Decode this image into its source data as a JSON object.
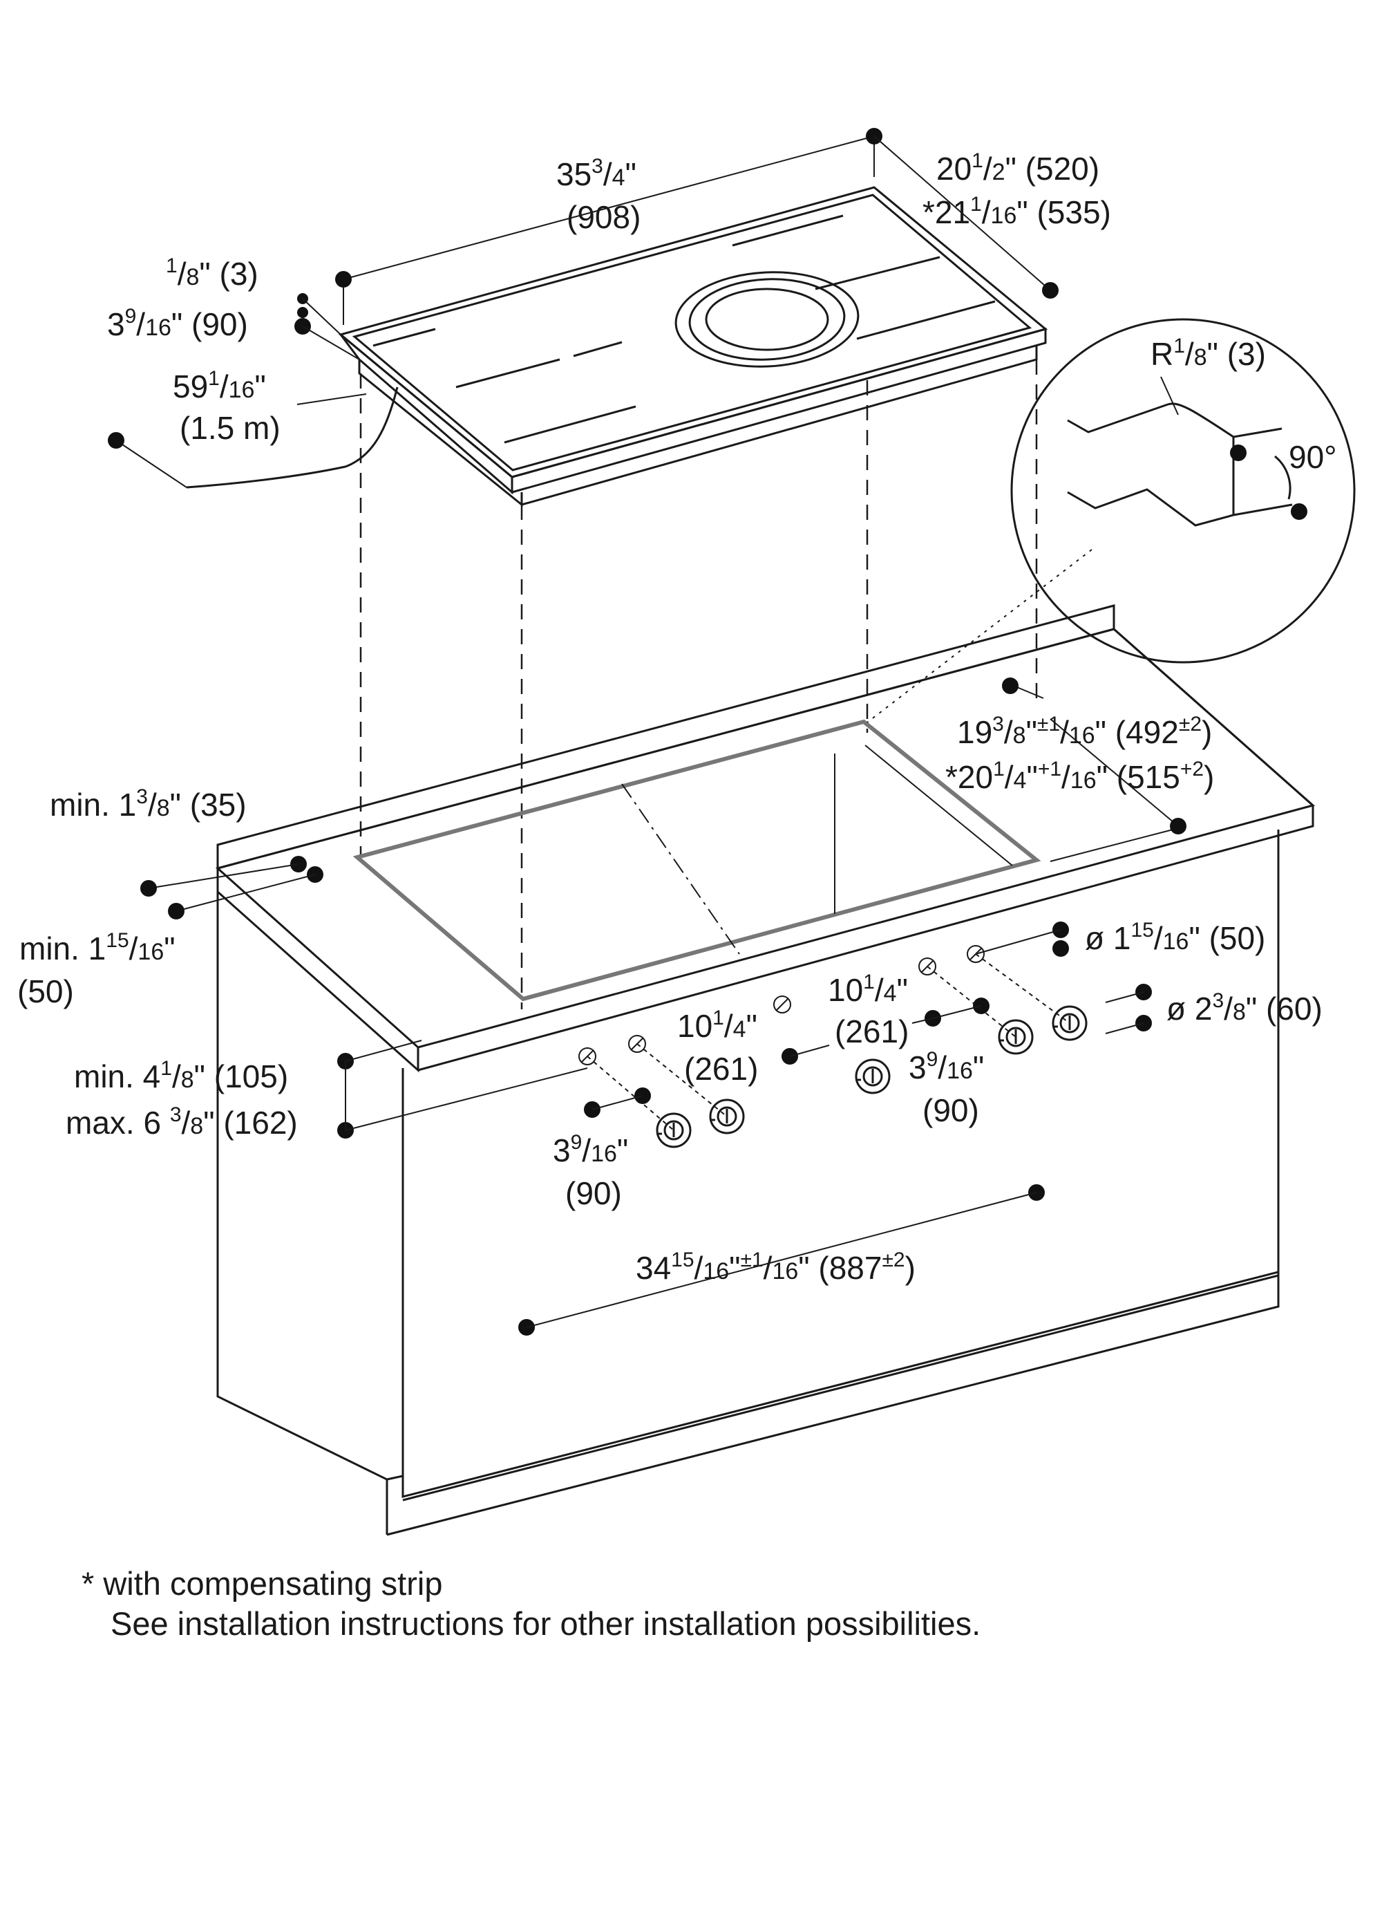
{
  "dimensions": {
    "cooktop_width": {
      "inch_whole": "35",
      "inch_num": "3",
      "inch_den": "4",
      "mm": "(908)"
    },
    "cooktop_depth": {
      "text": "20",
      "num": "1",
      "den": "2",
      "mm": "(520)"
    },
    "cooktop_depth_strip": {
      "prefix": "*21",
      "num": "1",
      "den": "16",
      "mm": "(535)"
    },
    "frame_thickness": {
      "num": "1",
      "den": "8",
      "mm": "(3)"
    },
    "cooktop_height": {
      "whole": "3",
      "num": "9",
      "den": "16",
      "mm": "(90)"
    },
    "cord_length": {
      "whole": "59",
      "num": "1",
      "den": "16",
      "metric": "(1.5 m)"
    },
    "edge_radius": {
      "prefix": "R",
      "num": "1",
      "den": "8",
      "mm": "(3)"
    },
    "edge_angle": "90°",
    "cutout_depth": {
      "whole": "19",
      "num": "3",
      "den": "8",
      "tol_num": "1",
      "tol_den": "16",
      "mm": "(492",
      "mm_tol": "±2"
    },
    "cutout_depth_strip": {
      "prefix": "*20",
      "num": "1",
      "den": "4",
      "tol_num": "1",
      "tol_den": "16",
      "mm": "(515",
      "mm_tol": "+2"
    },
    "backsplash_min": {
      "prefix": "min. 1",
      "num": "3",
      "den": "8",
      "mm": "(35)"
    },
    "front_min": {
      "prefix": "min. 1",
      "num": "15",
      "den": "16",
      "mm": "(50)"
    },
    "knob_height_min": {
      "prefix": "min. 4",
      "num": "1",
      "den": "8",
      "mm": "(105)"
    },
    "knob_height_max": {
      "prefix": "max. 6 ",
      "num": "3",
      "den": "8",
      "mm": "(162)"
    },
    "knob_hole_dia": {
      "prefix": "ø 1",
      "num": "15",
      "den": "16",
      "mm": "(50)"
    },
    "knob_clearance_dia": {
      "prefix": "ø 2",
      "num": "3",
      "den": "8",
      "mm": "(60)"
    },
    "knob_spacing_left": {
      "whole": "10",
      "num": "1",
      "den": "4",
      "mm": "(261)"
    },
    "knob_spacing_right": {
      "whole": "10",
      "num": "1",
      "den": "4",
      "mm": "(261)"
    },
    "knob_pair_left": {
      "whole": "3",
      "num": "9",
      "den": "16",
      "mm": "(90)"
    },
    "knob_pair_right": {
      "whole": "3",
      "num": "9",
      "den": "16",
      "mm": "(90)"
    },
    "cutout_width": {
      "whole": "34",
      "num": "15",
      "den": "16",
      "tol_num": "1",
      "tol_den": "16",
      "mm": "(887",
      "mm_tol": "±2"
    }
  },
  "footnote": {
    "line1": "* with compensating strip",
    "line2": "See installation instructions for other installation possibilities."
  }
}
